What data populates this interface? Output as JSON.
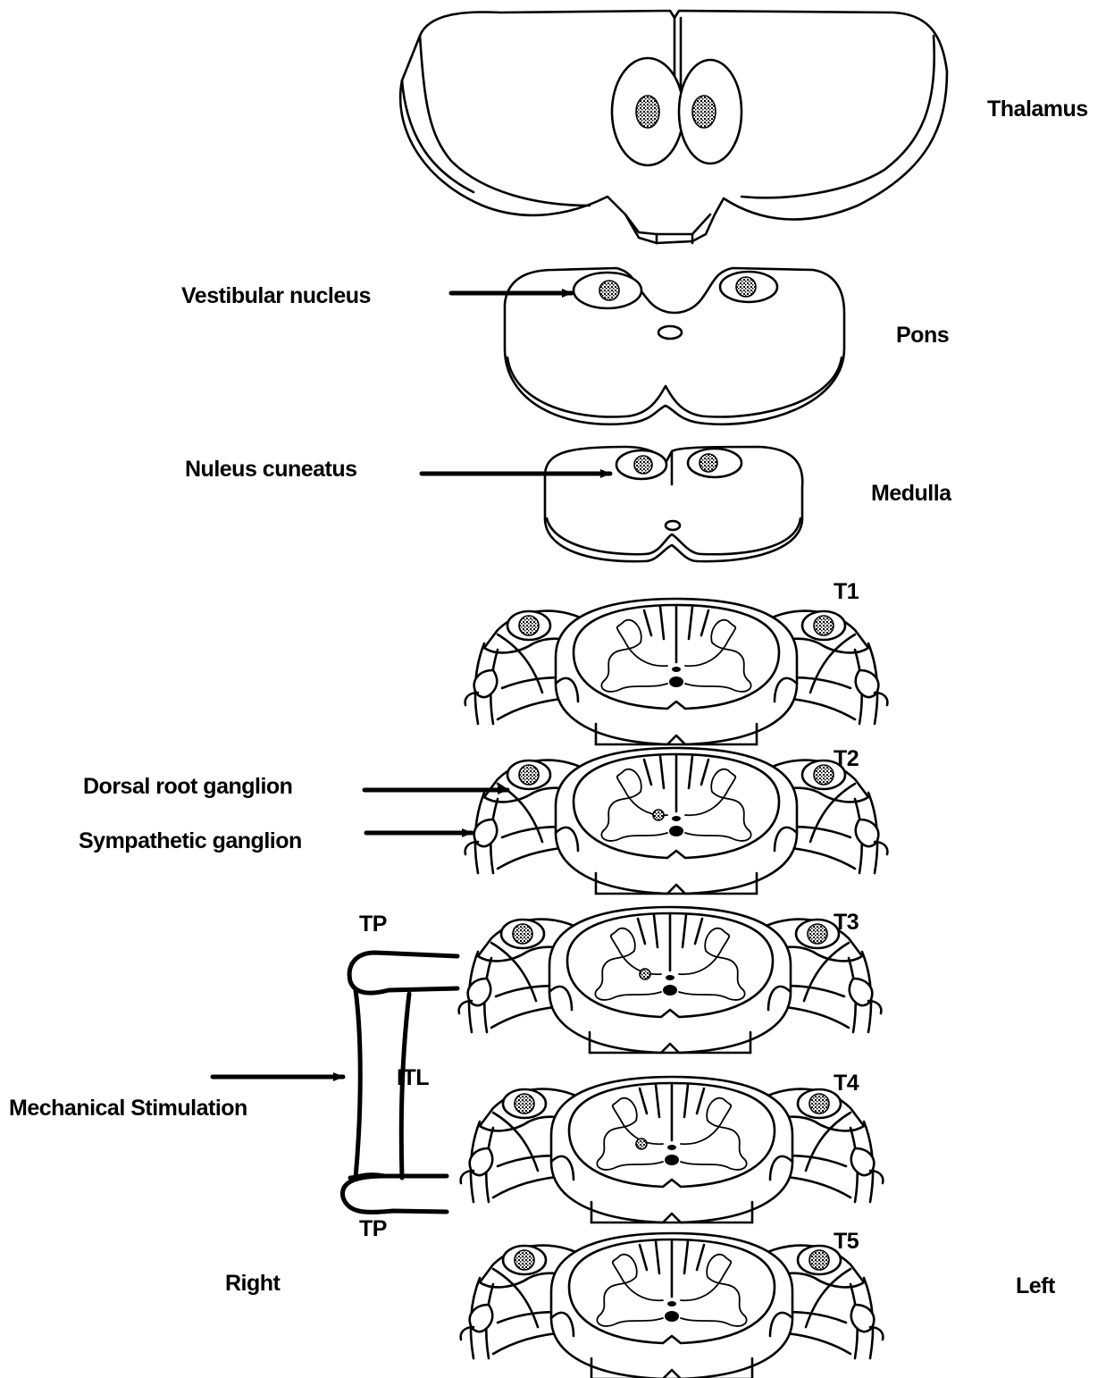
{
  "labels": {
    "thalamus": "Thalamus",
    "pons": "Pons",
    "medulla": "Medulla",
    "vestibular_nucleus": "Vestibular nucleus",
    "nucleus_cuneatus": "Nuleus cuneatus",
    "dorsal_root_ganglion": "Dorsal root ganglion",
    "sympathetic_ganglion": "Sympathetic ganglion",
    "mechanical_stimulation": "Mechanical Stimulation",
    "tp_top": "TP",
    "tp_bottom": "TP",
    "itl": "ITL",
    "right": "Right",
    "left": "Left"
  },
  "segments": [
    "T1",
    "T2",
    "T3",
    "T4",
    "T5"
  ],
  "colors": {
    "ink": "#000000",
    "paper": "#ffffff"
  }
}
